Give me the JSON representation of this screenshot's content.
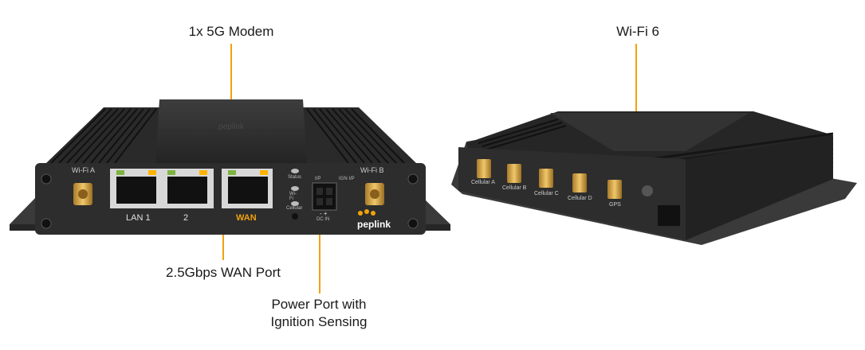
{
  "callouts": {
    "modem": "1x 5G Modem",
    "wifi6": "Wi-Fi 6",
    "wan_port": "2.5Gbps WAN Port",
    "power_line1": "Power Port with",
    "power_line2": "Ignition Sensing"
  },
  "front_panel": {
    "wifi_a": "Wi-Fi A",
    "wifi_b": "Wi-Fi B",
    "lan1": "LAN 1",
    "lan2": "2",
    "wan": "WAN",
    "status": "Status",
    "wifi": "Wi-Fi",
    "cellular": "Cellular",
    "ip": "I/P",
    "ign_ip": "IGN I/P",
    "dc_in": "DC IN",
    "polarity": "- +",
    "brand": "peplink"
  },
  "side_panel": {
    "ports": [
      "Cellular A",
      "Cellular B",
      "Cellular C",
      "Cellular D",
      "GPS"
    ]
  },
  "colors": {
    "accent": "#f2a20b",
    "body": "#2b2b2b",
    "antenna": "#d4a246"
  }
}
